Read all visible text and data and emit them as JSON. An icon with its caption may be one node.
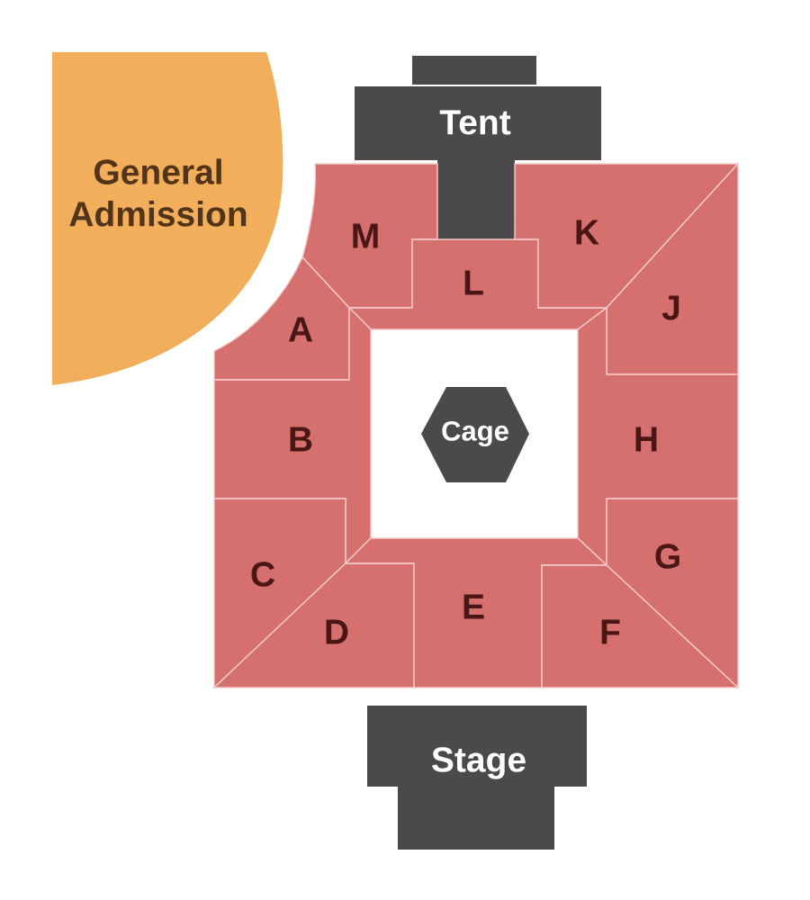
{
  "diagram": {
    "nodes": [
      {
        "text": [
          "General Admission"
        ]
      },
      {
        "text": [
          "Tent"
        ]
      },
      {
        "text": [
          "M"
        ]
      },
      {
        "text": [
          "L"
        ]
      },
      {
        "text": [
          "K"
        ]
      },
      {
        "text": [
          "A"
        ]
      },
      {
        "text": [
          "J"
        ]
      },
      {
        "text": [
          "B"
        ]
      },
      {
        "text": [
          "Cage"
        ]
      },
      {
        "text": [
          "H"
        ]
      },
      {
        "text": [
          "C"
        ]
      },
      {
        "text": [
          "G"
        ]
      },
      {
        "text": [
          "D"
        ]
      },
      {
        "text": [
          "E"
        ]
      },
      {
        "text": [
          "F"
        ]
      },
      {
        "text": [
          "Stage"
        ]
      }
    ]
  }
}
